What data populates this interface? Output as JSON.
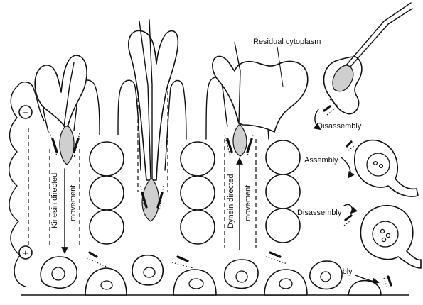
{
  "labels": {
    "residual_cytoplasm": "Residual cytoplasm",
    "disassembly_top": "Disassembly",
    "assembly_top": "Assembly",
    "disassembly_mid": "Disassembly",
    "assembly_bottom": "Assembly",
    "kinesin_line1": "Kinesin directed",
    "kinesin_line2": "movement",
    "dynein_line1": "Dynein directed",
    "dynein_line2": "movement",
    "minus_sign": "−",
    "plus_sign": "+"
  }
}
